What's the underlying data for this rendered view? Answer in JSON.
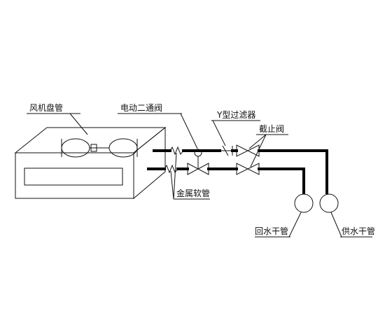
{
  "labels": {
    "fan_coil": "风机盘管",
    "motorized_valve": "电动二通阀",
    "y_strainer": "Y型过滤器",
    "shutoff_valve": "截止阀",
    "flex_hose": "金属软管",
    "return_main": "回水干管",
    "supply_main": "供水干管"
  },
  "colors": {
    "line": "#111111",
    "pipe": "#000000",
    "background": "#ffffff"
  }
}
